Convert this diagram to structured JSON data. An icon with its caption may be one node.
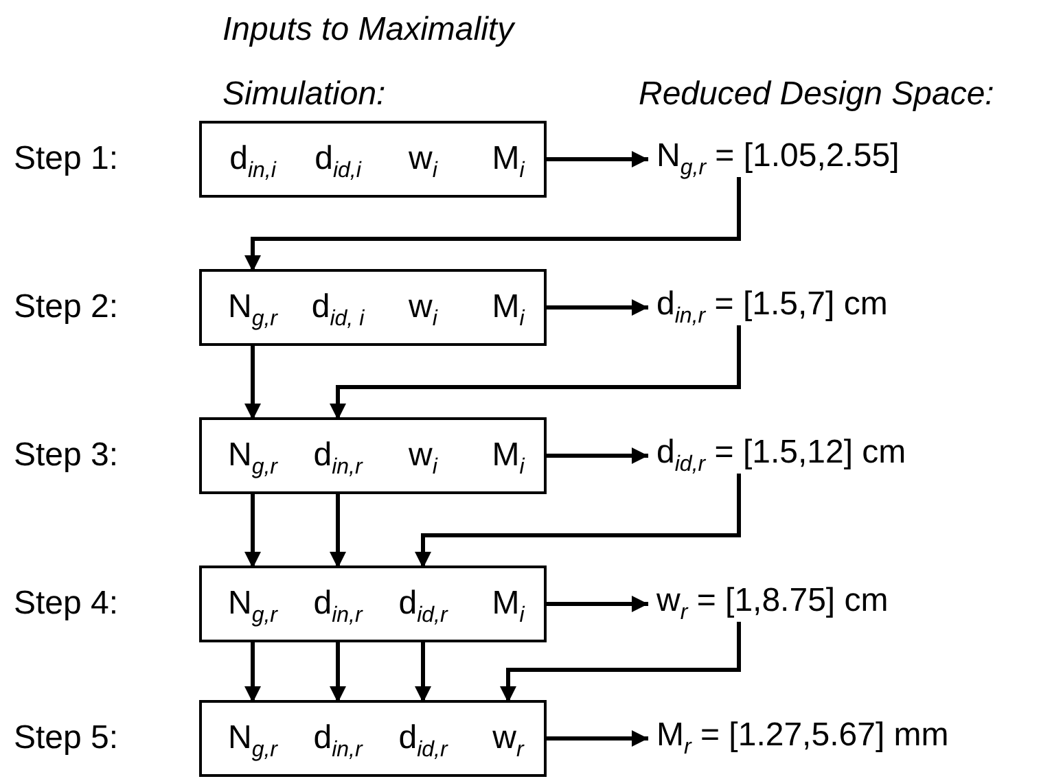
{
  "diagram": {
    "nodes": [
      {
        "text": [],
        "shape": "box",
        "beside": [
          "Step 1:"
        ]
      },
      {
        "text": [
          "d$_{in,i}$"
        ],
        "in": 0
      },
      {
        "text": [
          "d$_{id,i}$"
        ],
        "in": 0
      },
      {
        "text": [
          "w$_{i}$"
        ],
        "in": 0
      },
      {
        "text": [
          "M$_{i}$"
        ],
        "in": 0
      },
      {
        "text": [
          "N$_{g,r}$ = [1.05,2.55]"
        ]
      },
      {
        "text": [],
        "shape": "box",
        "beside": [
          "Step 2:"
        ]
      },
      {
        "text": [
          "N$_{g,r}$"
        ],
        "in": 6
      },
      {
        "text": [
          "d$_{id, i}$"
        ],
        "in": 6
      },
      {
        "text": [
          "w$_{i}$"
        ],
        "in": 6
      },
      {
        "text": [
          "M$_{i}$"
        ],
        "in": 6
      },
      {
        "text": [
          "d$_{in,r}$ = [1.5,7] cm"
        ]
      },
      {
        "text": [],
        "shape": "box",
        "beside": [
          "Step 3:"
        ]
      },
      {
        "text": [
          "N$_{g,r}$"
        ],
        "in": 12
      },
      {
        "text": [
          "d$_{in,r}$"
        ],
        "in": 12
      },
      {
        "text": [
          "w$_{i}$"
        ],
        "in": 12
      },
      {
        "text": [
          "M$_{i}$"
        ],
        "in": 12
      },
      {
        "text": [
          "d$_{id,r}$ = [1.5,12] cm"
        ]
      },
      {
        "text": [],
        "shape": "box",
        "beside": [
          "Step 4:"
        ]
      },
      {
        "text": [
          "N$_{g,r}$"
        ],
        "in": 18
      },
      {
        "text": [
          "d$_{in,r}$"
        ],
        "in": 18
      },
      {
        "text": [
          "d$_{id,r}$"
        ],
        "in": 18
      },
      {
        "text": [
          "M$_{i}$"
        ],
        "in": 18
      },
      {
        "text": [
          "w$_{r}$ = [1,8.75] cm"
        ]
      },
      {
        "text": [],
        "shape": "box",
        "beside": [
          "Step 5:"
        ]
      },
      {
        "text": [
          "N$_{g,r}$"
        ],
        "in": 24
      },
      {
        "text": [
          "d$_{in,r}$"
        ],
        "in": 24
      },
      {
        "text": [
          "d$_{id,r}$"
        ],
        "in": 24
      },
      {
        "text": [
          "w$_{r}$"
        ],
        "in": 24
      },
      {
        "text": [
          "M$_{r}$ = [1.27,5.67] mm"
        ]
      }
    ],
    "edges": [
      {
        "from": 0,
        "to": 5,
        "arrow": "to"
      },
      {
        "from": 5,
        "to": 7,
        "arrow": "to"
      },
      {
        "from": 6,
        "to": 11,
        "arrow": "to"
      },
      {
        "from": 7,
        "to": 13,
        "arrow": "to"
      },
      {
        "from": 11,
        "to": 14,
        "arrow": "to"
      },
      {
        "from": 12,
        "to": 17,
        "arrow": "to"
      },
      {
        "from": 13,
        "to": 19,
        "arrow": "to"
      },
      {
        "from": 14,
        "to": 20,
        "arrow": "to"
      },
      {
        "from": 17,
        "to": 21,
        "arrow": "to"
      },
      {
        "from": 18,
        "to": 23,
        "arrow": "to"
      },
      {
        "from": 19,
        "to": 25,
        "arrow": "to"
      },
      {
        "from": 20,
        "to": 26,
        "arrow": "to"
      },
      {
        "from": 21,
        "to": 27,
        "arrow": "to"
      },
      {
        "from": 23,
        "to": 28,
        "arrow": "to"
      },
      {
        "from": 24,
        "to": 29,
        "arrow": "to"
      }
    ],
    "labels": [
      "Inputs to Maximality",
      "Simulation:",
      "Reduced Design Space:"
    ]
  }
}
